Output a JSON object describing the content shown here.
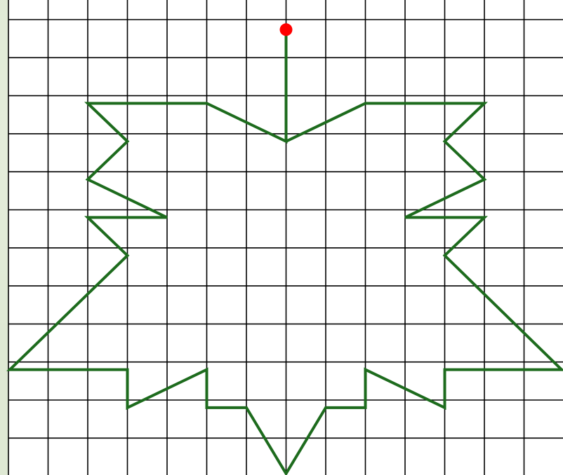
{
  "colors": {
    "background": "#dfe9d4",
    "paper": "#ffffff",
    "grid_line": "#000000",
    "outline": "#1d6b1d",
    "start_marker": "#ff0000"
  },
  "figure": {
    "grid_columns": 14,
    "grid_rows": 12,
    "start_point": [
      7,
      0.3
    ],
    "path": [
      [
        7,
        0.3
      ],
      [
        7,
        3.2
      ],
      [
        5,
        2.2
      ],
      [
        2,
        2.2
      ],
      [
        3,
        3.2
      ],
      [
        2,
        4.2
      ],
      [
        4,
        5.2
      ],
      [
        2,
        5.2
      ],
      [
        3,
        6.2
      ],
      [
        0,
        9.2
      ],
      [
        3,
        9.2
      ],
      [
        3,
        10.2
      ],
      [
        5,
        9.2
      ],
      [
        5,
        10.2
      ],
      [
        6,
        10.2
      ],
      [
        7,
        12.0
      ],
      [
        8,
        10.2
      ],
      [
        9,
        10.2
      ],
      [
        9,
        9.2
      ],
      [
        11,
        10.2
      ],
      [
        11,
        9.2
      ],
      [
        14,
        9.2
      ],
      [
        11,
        6.2
      ],
      [
        12,
        5.2
      ],
      [
        10,
        5.2
      ],
      [
        12,
        4.2
      ],
      [
        11,
        3.2
      ],
      [
        12,
        2.2
      ],
      [
        9,
        2.2
      ],
      [
        7,
        3.2
      ]
    ]
  }
}
